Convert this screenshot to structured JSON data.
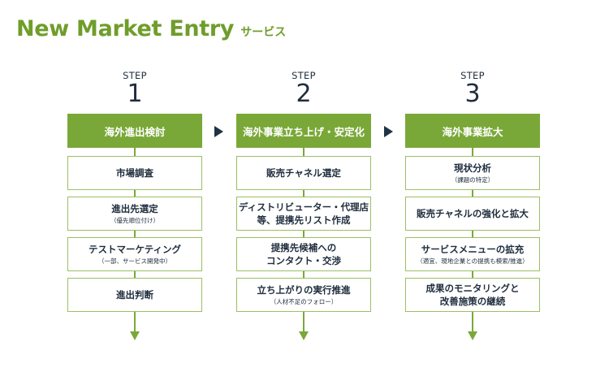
{
  "title": {
    "main": "New Market Entry",
    "sub": "サービス"
  },
  "colors": {
    "accent_green": "#7aa838",
    "navy": "#1f3346"
  },
  "steps": [
    {
      "label": "STEP",
      "number": "1",
      "header": "海外進出検討",
      "items": [
        {
          "title": "市場調査",
          "sub": ""
        },
        {
          "title": "進出先選定",
          "sub": "（優先順位付け）"
        },
        {
          "title": "テストマーケティング",
          "sub": "（一部、サービス開発中）"
        },
        {
          "title": "進出判断",
          "sub": ""
        }
      ]
    },
    {
      "label": "STEP",
      "number": "2",
      "header": "海外事業立ち上げ・安定化",
      "items": [
        {
          "title": "販売チャネル選定",
          "sub": ""
        },
        {
          "title": "ディストリビューター・代理店\n等、提携先リスト作成",
          "sub": ""
        },
        {
          "title": "提携先候補への\nコンタクト・交渉",
          "sub": ""
        },
        {
          "title": "立ち上がりの実行推進",
          "sub": "（人材不足のフォロー）"
        }
      ]
    },
    {
      "label": "STEP",
      "number": "3",
      "header": "海外事業拡大",
      "items": [
        {
          "title": "現状分析",
          "sub": "（課題の特定）"
        },
        {
          "title": "販売チャネルの強化と拡大",
          "sub": ""
        },
        {
          "title": "サービスメニューの拡充",
          "sub": "（適宜、現地企業との提携も模索/推進）"
        },
        {
          "title": "成果のモニタリングと\n改善施策の継続",
          "sub": ""
        }
      ]
    }
  ]
}
